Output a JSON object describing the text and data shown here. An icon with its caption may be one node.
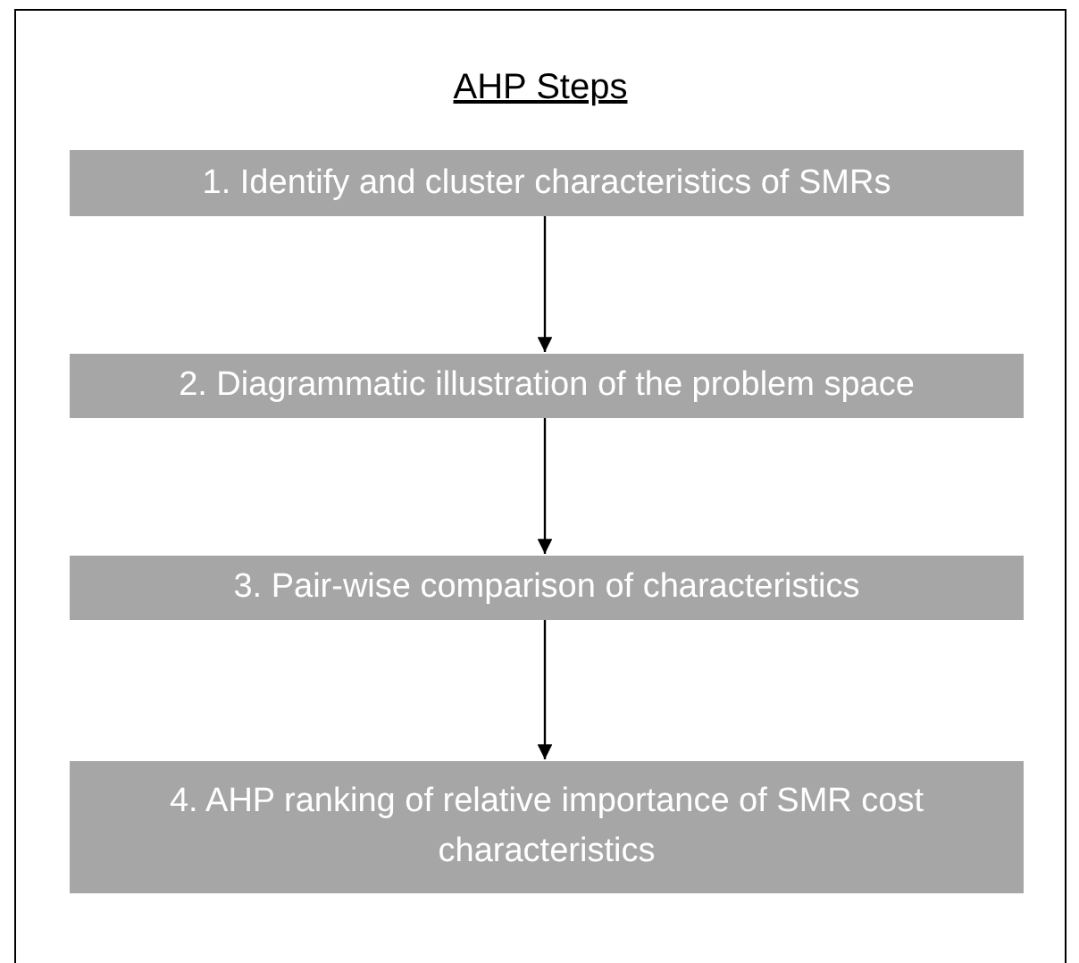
{
  "diagram": {
    "nodes": [
      {
        "text": [
          "AHP Steps"
        ]
      },
      {
        "text": [
          "1. Identify and cluster characteristics of SMRs"
        ],
        "in": 0
      },
      {
        "text": [
          "2. Diagrammatic illustration of the problem space"
        ],
        "in": 0
      },
      {
        "text": [
          "3. Pair-wise comparison of characteristics"
        ],
        "in": 0
      },
      {
        "text": [
          "4. AHP ranking of relative importance of SMR cost characteristics"
        ],
        "in": 0
      }
    ],
    "edges": [
      {
        "from": 1,
        "to": 2,
        "arrow": "to"
      },
      {
        "from": 2,
        "to": 3,
        "arrow": "to"
      },
      {
        "from": 3,
        "to": 4,
        "arrow": "to"
      }
    ]
  }
}
